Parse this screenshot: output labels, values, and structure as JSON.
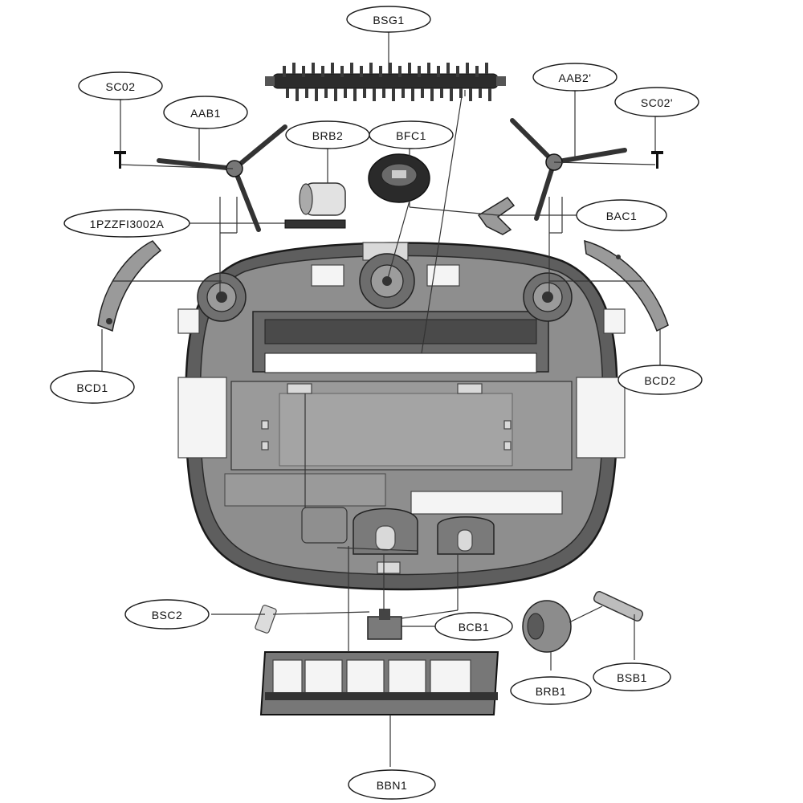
{
  "labels": {
    "bsg1": "BSG1",
    "sc02_left": "SC02",
    "aab1": "AAB1",
    "brb2": "BRB2",
    "bfc1": "BFC1",
    "aab2": "AAB2'",
    "sc02_right": "SC02'",
    "bac1": "BAC1",
    "pzz": "1PZZFI3002A",
    "bcd1": "BCD1",
    "bcd2": "BCD2",
    "bsc2": "BSC2",
    "bcb1": "BCB1",
    "bsb1": "BSB1",
    "brb1": "BRB1",
    "bbn1": "BBN1"
  },
  "colors": {
    "body_dark": "#6f6f6f",
    "body_mid": "#8a8a8a",
    "panel": "#9a9a9a",
    "white_cutout": "#f4f4f4",
    "line": "#333333"
  }
}
